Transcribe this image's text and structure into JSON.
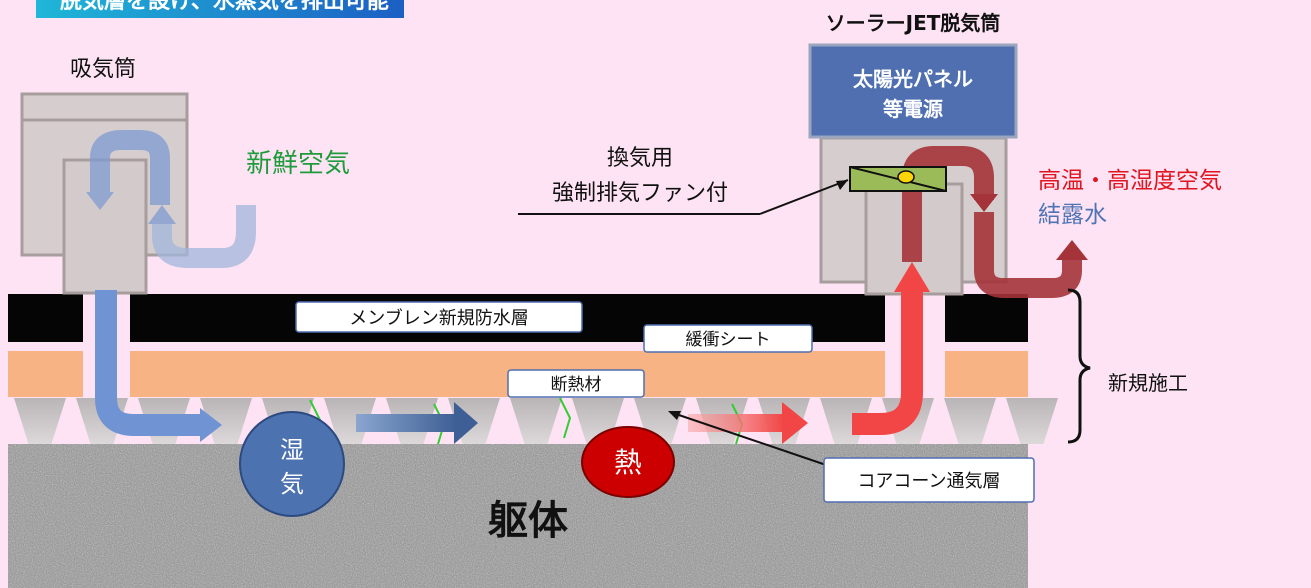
{
  "title_banner": "脱気層を設け、水蒸気を排出可能",
  "labels": {
    "intake_tube": "吸気筒",
    "solar_jet_tube": "ソーラーJET脱気筒",
    "solar_panel_line1": "太陽光パネル",
    "solar_panel_line2": "等電源",
    "fresh_air": "新鮮空気",
    "fan_line1": "換気用",
    "fan_line2": "強制排気ファン付",
    "hot_humid_air": "高温・高湿度空気",
    "condensation": "結露水",
    "membrane": "メンブレン新規防水層",
    "cushion_sheet": "緩衝シート",
    "insulation": "断熱材",
    "new_construction": "新規施工",
    "moisture_line1": "湿",
    "moisture_line2": "気",
    "heat": "熱",
    "core_cone": "コアコーン通気層",
    "structure": "躯体"
  },
  "colors": {
    "background": "#fde3f3",
    "fresh_air_text": "#1e9c3c",
    "hot_air_text": "#e0141e",
    "condensation_text": "#4f74b5",
    "panel_fill": "#4f6fb0",
    "insulation_fill": "#f7b384",
    "membrane_fill": "#050505",
    "blue_arrow": "#6f93d3",
    "red_arrow": "#f24646",
    "dark_red_arrow": "#a4343a",
    "moisture_circle": "#4d72b0",
    "heat_circle": "#cc0000"
  },
  "icons": [
    "arrow-icon",
    "fan-icon",
    "brace-icon"
  ]
}
